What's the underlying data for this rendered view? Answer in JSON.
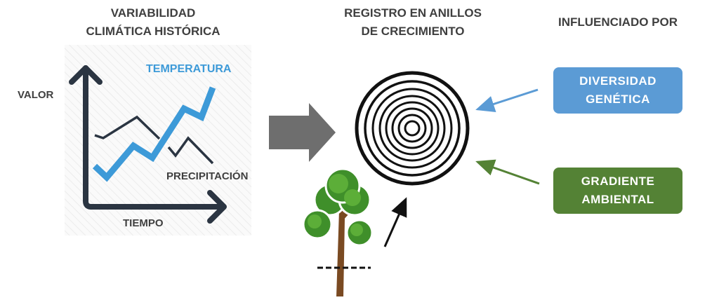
{
  "titles": {
    "climate": [
      "VARIABILIDAD",
      "CLIMÁTICA HISTÓRICA"
    ],
    "rings": [
      "REGISTRO EN ANILLOS",
      "DE CRECIMIENTO"
    ],
    "influence": "INFLUENCIADO POR"
  },
  "chart": {
    "y_label": "VALOR",
    "x_label": "TIEMPO",
    "series_temperature": "TEMPERATURA",
    "series_precipitation": "PRECIPITACIÓN"
  },
  "factors": [
    {
      "lines": [
        "DIVERSIDAD",
        "GENÉTICA"
      ],
      "color": "#5b9bd5"
    },
    {
      "lines": [
        "GRADIENTE",
        "AMBIENTAL"
      ],
      "color": "#548235"
    }
  ],
  "colors": {
    "temperature": "#3d9ad8",
    "precipitation": "#2b3542",
    "arrow": "#6e6e6e"
  }
}
